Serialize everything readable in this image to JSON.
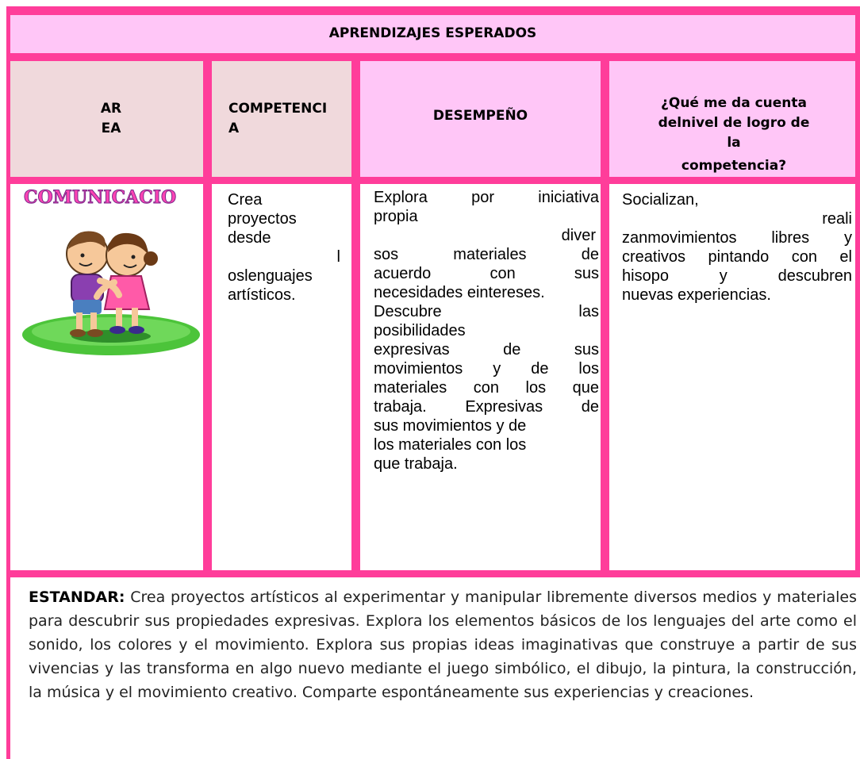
{
  "title": "APRENDIZAJES ESPERADOS",
  "headers": {
    "area_line1": "AR",
    "area_line2": "EA",
    "competencia_line1": "COMPETENCI",
    "competencia_line2": "A",
    "desempeno": "DESEMPEÑO",
    "question_line1": "¿Qué me da cuenta",
    "question_line2": "delnivel de logro de",
    "question_line3": "la",
    "question_line4": "competencia?"
  },
  "row": {
    "area": "COMUNICACIO",
    "competencia": [
      "Crea",
      "proyectos",
      "desde",
      "l",
      "oslenguajes",
      "artísticos."
    ],
    "desempeno": [
      "Explora por iniciativa",
      "propia",
      "diver",
      "sos materiales de",
      "acuerdo con sus",
      "necesidades eintereses.",
      "Descubre las",
      "posibilidades",
      "expresivas de sus",
      "movimientos y de los",
      "materiales con los que",
      "trabaja. Expresivas de",
      "sus movimientos y de",
      "los materiales con los",
      "que trabaja."
    ],
    "logro": [
      "Socializan,",
      "reali",
      "zanmovimientos libres y",
      "creativos pintando con el",
      "hisopo y descubren",
      "nuevas experiencias."
    ]
  },
  "estandar": {
    "label": "ESTANDAR:",
    "text": "Crea proyectos artísticos al experimentar y manipular libremente diversos medios y materiales para descubrir sus propiedades expresivas. Explora los elementos básicos de los lenguajes del arte como el sonido, los colores y el movimiento. Explora sus propias ideas imaginativas que construye a partir de sus vivencias y las transforma en algo nuevo mediante el juego simbólico, el dibujo, la pintura, la construcción, la música y el movimiento creativo. Comparte espontáneamente sus experiencias y creaciones."
  },
  "colors": {
    "border": "#ff3d9a",
    "header_pink": "#ffc6f7",
    "header_beige": "#f0d9dc",
    "area_text": "#ff44b4"
  }
}
